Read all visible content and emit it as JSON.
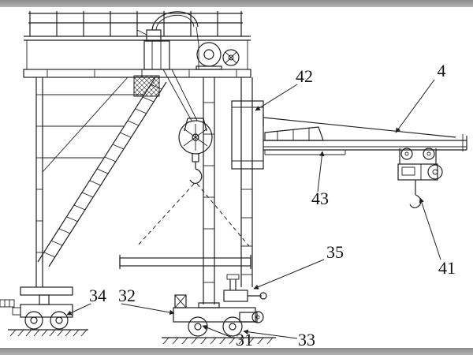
{
  "figure": {
    "labels": [
      {
        "ref": "42"
      },
      {
        "ref": "4"
      },
      {
        "ref": "43"
      },
      {
        "ref": "41"
      },
      {
        "ref": "35"
      },
      {
        "ref": "34"
      },
      {
        "ref": "32"
      },
      {
        "ref": "31"
      },
      {
        "ref": "33"
      }
    ],
    "colors": {
      "line": "#1f1f1f",
      "background": "#ffffff",
      "letterbox": "#9a9a9a"
    }
  }
}
